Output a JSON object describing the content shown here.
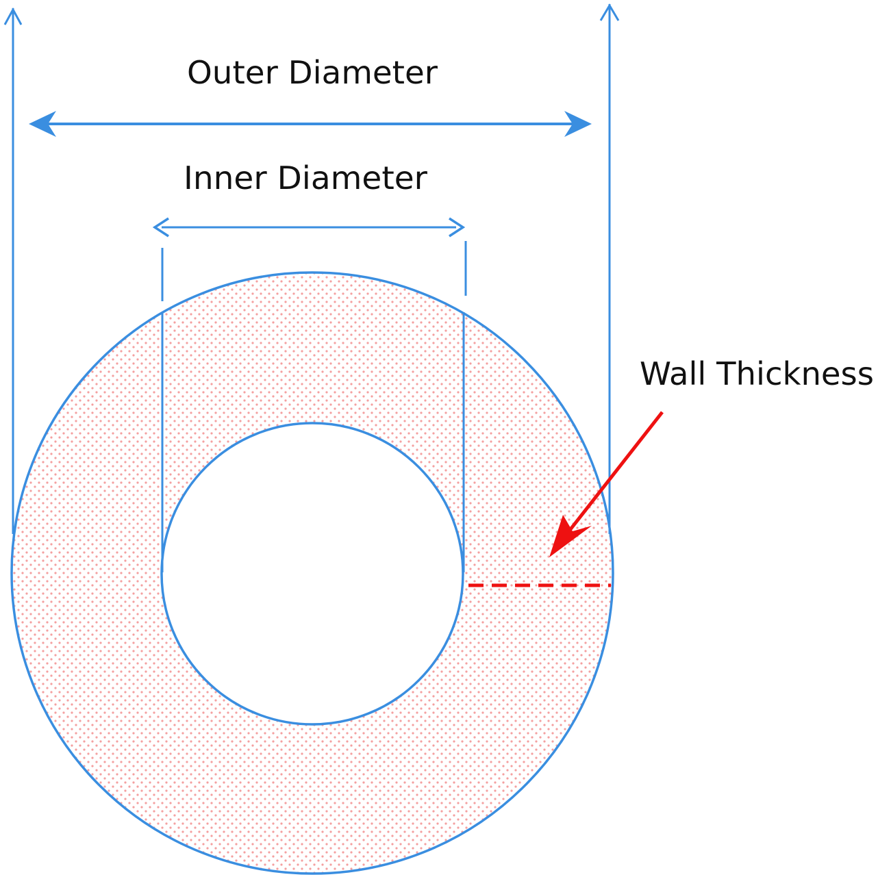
{
  "labels": {
    "outer_diameter": "Outer Diameter",
    "inner_diameter": "Inner Diameter",
    "wall_thickness": "Wall Thickness"
  },
  "colors": {
    "dimension_line": "#3a8ee0",
    "wall_fill_dot": "#f4a0a0",
    "wall_indicator": "#ee1111",
    "text": "#111111",
    "background": "#ffffff"
  }
}
